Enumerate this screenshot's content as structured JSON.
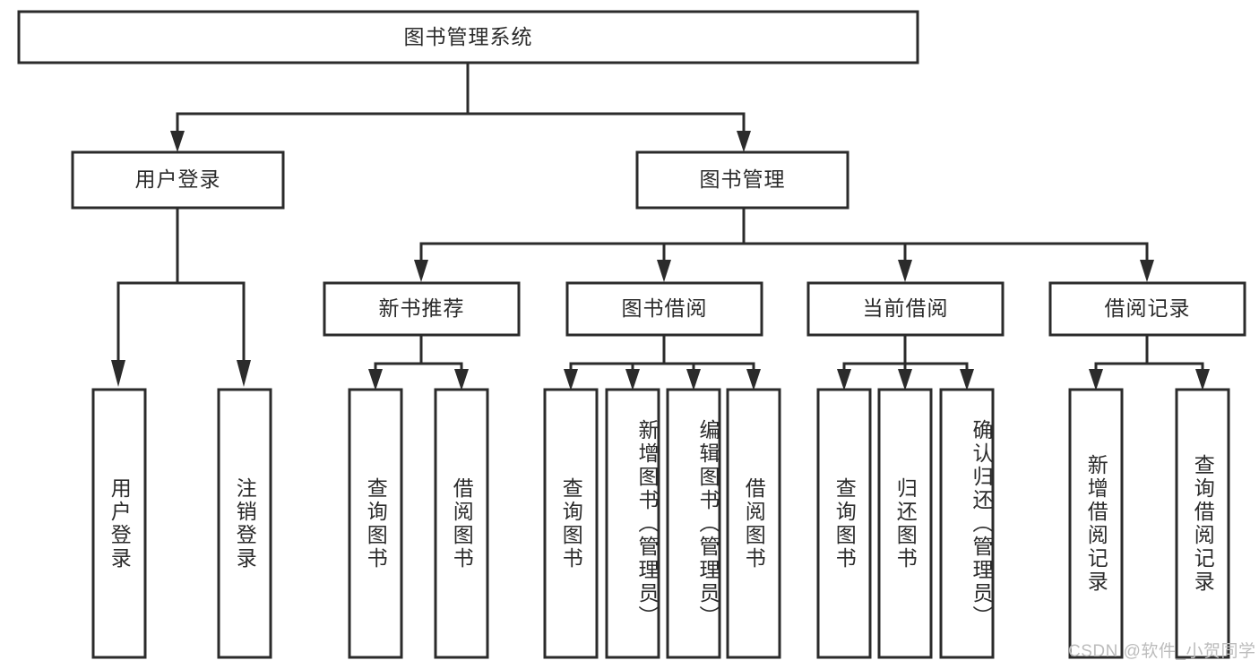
{
  "diagram": {
    "title": "图书管理系统",
    "type": "tree-hierarchy-diagram",
    "colors": {
      "stroke": "#2b2b2b",
      "fill": "#ffffff",
      "text": "#2b2b2b",
      "watermark": "#bcbcbc",
      "background": "#ffffff"
    },
    "root": {
      "label": "图书管理系统",
      "orientation": "horizontal"
    },
    "level2": [
      {
        "label": "用户登录",
        "orientation": "horizontal"
      },
      {
        "label": "图书管理",
        "orientation": "horizontal"
      }
    ],
    "level3": [
      {
        "label": "新书推荐",
        "orientation": "horizontal"
      },
      {
        "label": "图书借阅",
        "orientation": "horizontal"
      },
      {
        "label": "当前借阅",
        "orientation": "horizontal"
      },
      {
        "label": "借阅记录",
        "orientation": "horizontal"
      }
    ],
    "leaves": {
      "user_login": [
        {
          "label": "用户登录",
          "orientation": "vertical"
        },
        {
          "label": "注销登录",
          "orientation": "vertical"
        }
      ],
      "new_book_recommend": [
        {
          "label": "查询图书",
          "orientation": "vertical"
        },
        {
          "label": "借阅图书",
          "orientation": "vertical"
        }
      ],
      "book_borrow": [
        {
          "label": "查询图书",
          "orientation": "vertical"
        },
        {
          "label": "新增图书（管理员）",
          "orientation": "vertical"
        },
        {
          "label": "编辑图书（管理员）",
          "orientation": "vertical"
        },
        {
          "label": "借阅图书",
          "orientation": "vertical"
        }
      ],
      "current_borrow": [
        {
          "label": "查询图书",
          "orientation": "vertical"
        },
        {
          "label": "归还图书",
          "orientation": "vertical"
        },
        {
          "label": "确认归还（管理员）",
          "orientation": "vertical"
        }
      ],
      "borrow_record": [
        {
          "label": "新增借阅记录",
          "orientation": "vertical"
        },
        {
          "label": "查询借阅记录",
          "orientation": "vertical"
        }
      ]
    }
  },
  "watermark": {
    "text": "CSDN @软件_小贺同学"
  }
}
